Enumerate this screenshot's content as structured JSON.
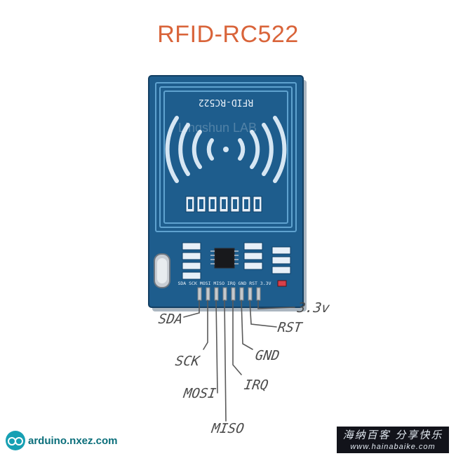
{
  "title": "RFID-RC522",
  "board": {
    "silkscreen_title": "RFID-RC522",
    "watermark": "Lingshun LAB",
    "header_pins_text": "SDA SCK MOSI MISO IRQ GND RST 3.3V",
    "colors": {
      "pcb": "#1e5d8d",
      "pcb_dark": "#154a74",
      "copper_trace": "#5fa2cf",
      "silk": "#e8f0f8"
    }
  },
  "pins": {
    "sda": "SDA",
    "sck": "SCK",
    "mosi": "MOSI",
    "miso": "MISO",
    "irq": "IRQ",
    "gnd": "GND",
    "rst": "RST",
    "v33": "3.3v"
  },
  "footer": {
    "left_site": "arduino.nxez.com",
    "right_cn": "海纳百客 分享快乐",
    "right_url": "www.hainabaike.com"
  }
}
